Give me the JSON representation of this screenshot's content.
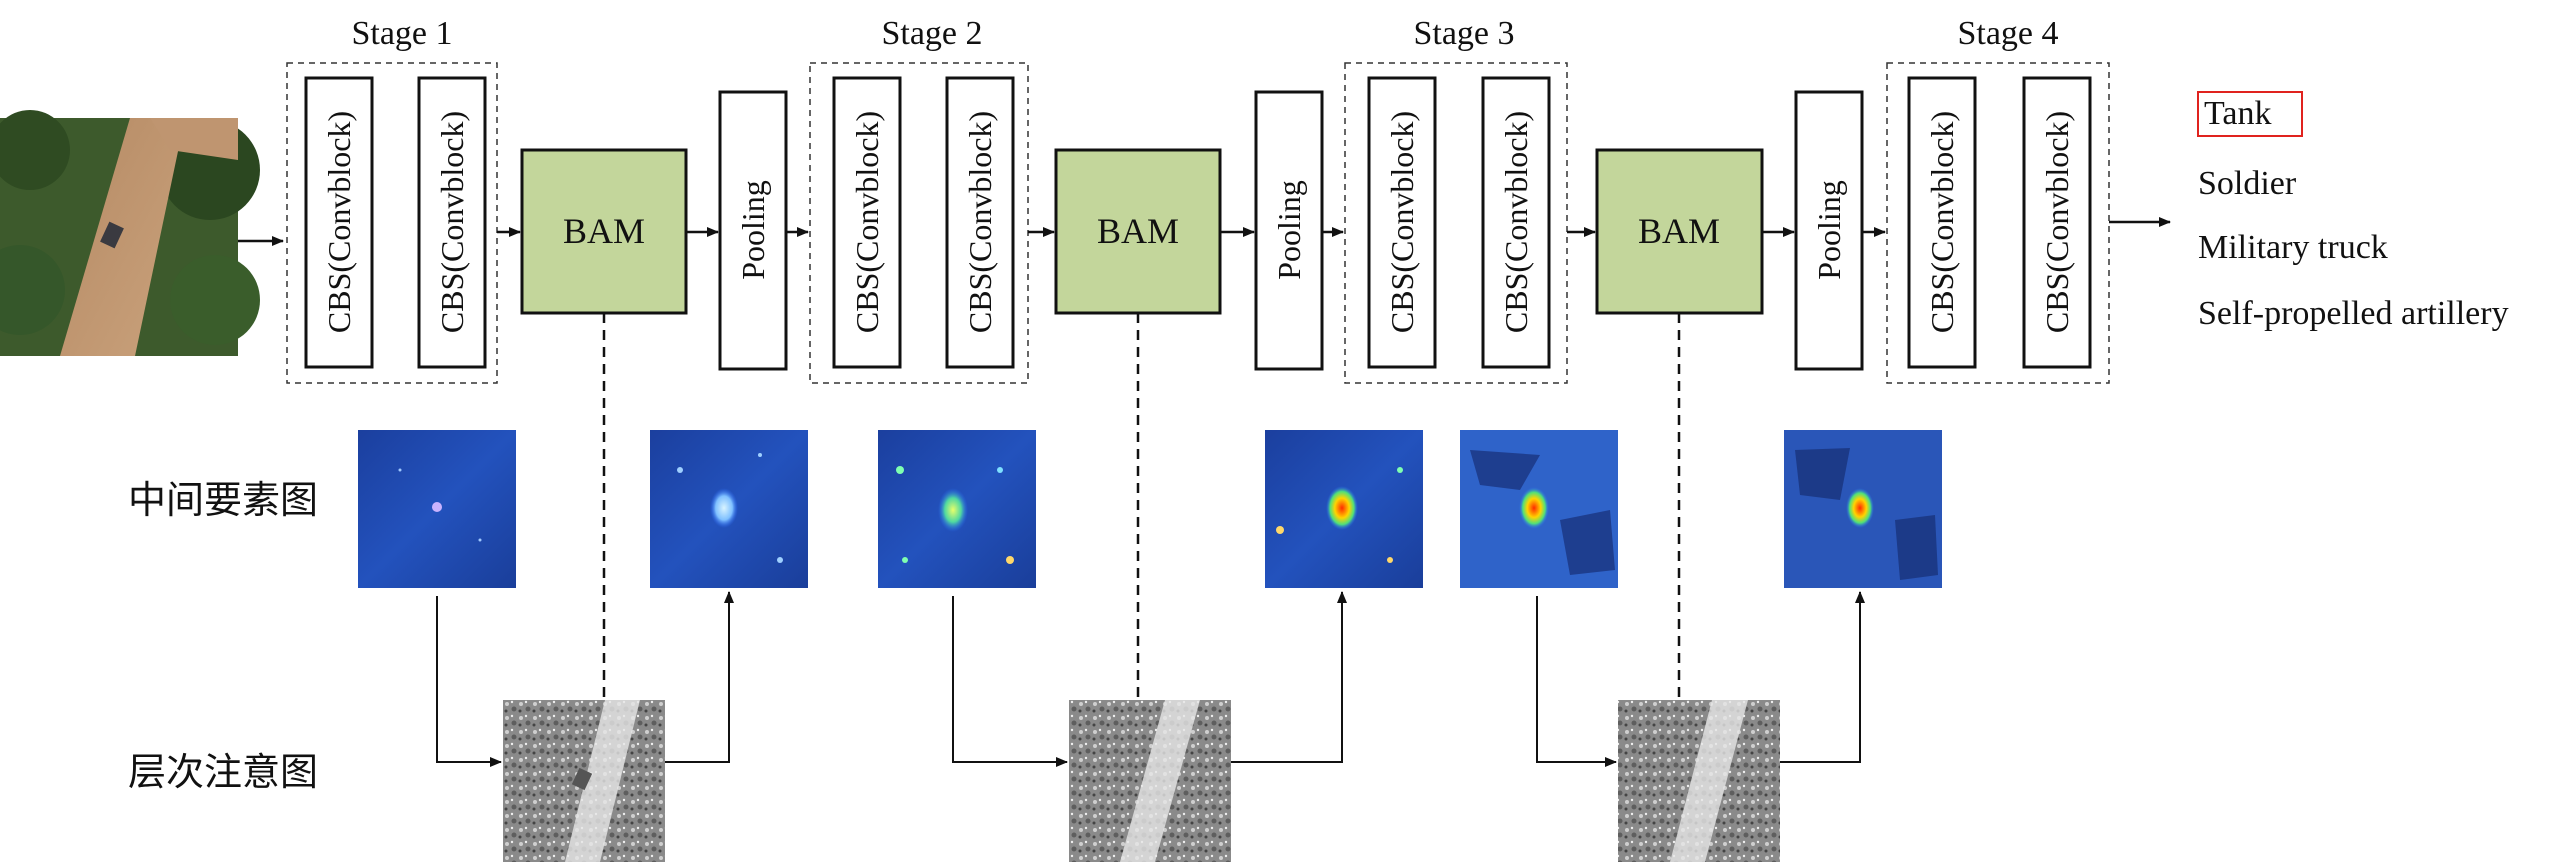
{
  "stages": [
    {
      "title": "Stage 1",
      "blocks": [
        "CBS(Convblock)",
        "CBS(Convblock)"
      ]
    },
    {
      "title": "Stage 2",
      "blocks": [
        "CBS(Convblock)",
        "CBS(Convblock)"
      ]
    },
    {
      "title": "Stage 3",
      "blocks": [
        "CBS(Convblock)",
        "CBS(Convblock)"
      ]
    },
    {
      "title": "Stage 4",
      "blocks": [
        "CBS(Convblock)",
        "CBS(Convblock)"
      ]
    }
  ],
  "bam_label": "BAM",
  "pooling_label": "Pooling",
  "row_labels": {
    "intermediate": "中间要素图",
    "hierarchical": "层次注意图"
  },
  "outputs": [
    "Tank",
    "Soldier",
    "Military truck",
    "Self-propelled artillery"
  ],
  "highlighted_output": "Tank",
  "colors": {
    "bam_fill": "#c3d69b",
    "feature_map_bg": "#1f4fb0",
    "attention_map_bg": "#9a9a9a",
    "highlight_border": "#e0231e"
  }
}
